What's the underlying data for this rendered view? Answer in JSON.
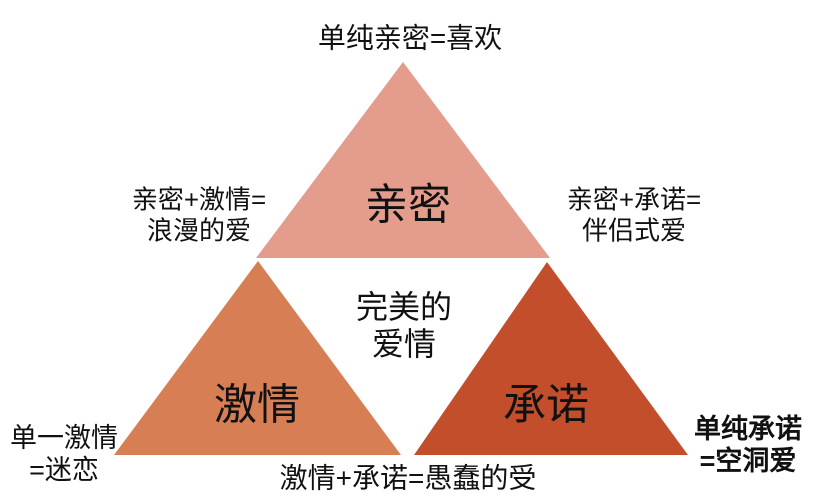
{
  "colors": {
    "background": "#FFFFFF",
    "text": "#111111",
    "intimacy_fill": "#E49C8C",
    "passion_fill": "#D77E54",
    "commitment_fill": "#C24E2C"
  },
  "triangles": {
    "intimacy": {
      "label": "亲密"
    },
    "passion": {
      "label": "激情"
    },
    "commitment": {
      "label": "承诺"
    },
    "center": {
      "line1": "完美的",
      "line2": "爱情"
    }
  },
  "annotations": {
    "top": "单纯亲密=喜欢",
    "left": {
      "line1": "亲密+激情=",
      "line2": "浪漫的爱"
    },
    "right": {
      "line1": "亲密+承诺=",
      "line2": "伴侣式爱"
    },
    "bottom_left": {
      "line1": "单一激情",
      "line2": "=迷恋"
    },
    "bottom_right": {
      "line1": "单纯承诺",
      "line2": "=空洞爱"
    },
    "bottom_center": "激情+承诺=愚蠢的受"
  }
}
